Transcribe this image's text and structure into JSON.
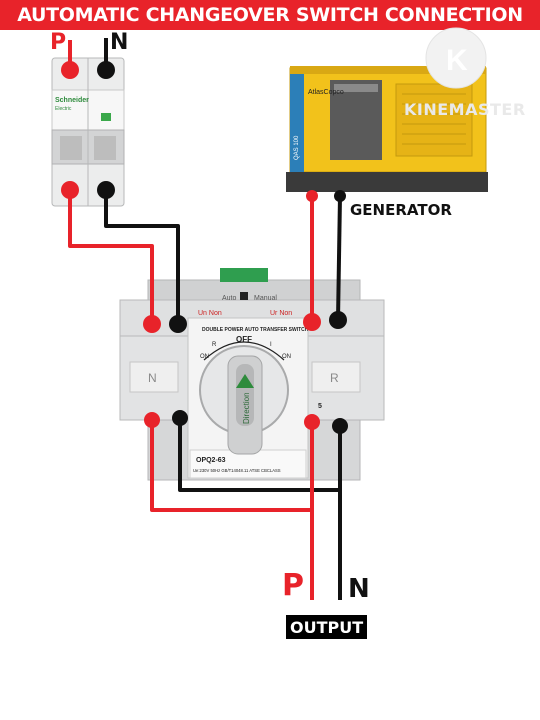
{
  "title": "AUTOMATIC CHANGEOVER SWITCH CONNECTION",
  "mcb": {
    "p_label": "P",
    "n_label": "N",
    "brand": "Schneider",
    "brand_sub": "Electric"
  },
  "generator": {
    "label": "GENERATOR",
    "brand": "AtlasCopco",
    "model": "QAS 100"
  },
  "ats": {
    "top_labels": [
      "Un Non",
      "Auto",
      "Manual",
      "Ur Non"
    ],
    "switch_title": "DOUBLE POWER AUTO TRANSFER SWITCH",
    "off_label": "OFF",
    "left_marks": [
      "ON",
      "R"
    ],
    "right_marks": [
      "I",
      "ON"
    ],
    "direction_label": "Direction",
    "left_side_label": "N",
    "right_side_label": "R",
    "model": "OPQ2-63",
    "rating": "Ue:230V 50Hz GB/T14048.11 ATSE CBCLASS",
    "badge": "5"
  },
  "output": {
    "p_label": "P",
    "n_label": "N",
    "label": "OUTPUT"
  },
  "watermark": "KINEMASTER",
  "colors": {
    "live": "#e8232a",
    "neutral": "#111111",
    "device": "#d9dadb",
    "generator": "#f2c21b"
  }
}
